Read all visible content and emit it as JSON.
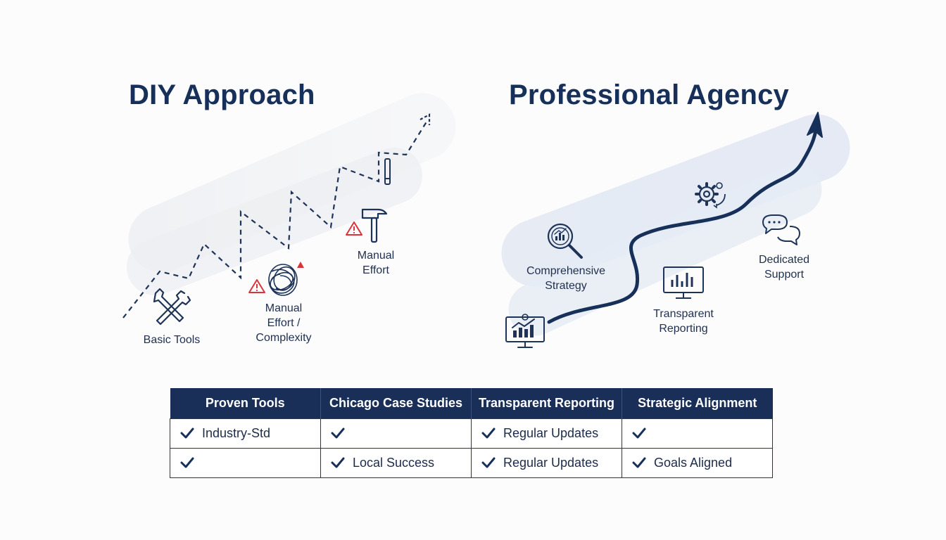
{
  "diy": {
    "title": "DIY Approach",
    "labels": {
      "basic_tools": "Basic Tools",
      "manual_complexity": "Manual\nEffort /\nComplexity",
      "manual_effort": "Manual\nEffort"
    }
  },
  "agency": {
    "title": "Professional Agency",
    "labels": {
      "strategy": "Comprehensive\nStrategy",
      "reporting": "Transparent\nReporting",
      "support": "Dedicated\nSupport"
    }
  },
  "table": {
    "headers": [
      "Proven Tools",
      "Chicago Case Studies",
      "Transparent Reporting",
      "Strategic Alignment"
    ],
    "rows": [
      [
        {
          "check": true,
          "text": "Industry-Std"
        },
        {
          "check": true,
          "text": ""
        },
        {
          "check": true,
          "text": "Regular Updates"
        },
        {
          "check": true,
          "text": ""
        }
      ],
      [
        {
          "check": true,
          "text": ""
        },
        {
          "check": true,
          "text": "Local Success"
        },
        {
          "check": true,
          "text": "Regular Updates"
        },
        {
          "check": true,
          "text": "Goals Aligned"
        }
      ]
    ]
  },
  "colors": {
    "navy": "#17305a",
    "warning_red": "#d9343a",
    "light_band": "#e9eef7"
  },
  "icons": [
    "wrench-screwdriver-icon",
    "tangled-scribble-icon",
    "warning-icon",
    "hammer-icon",
    "pencil-icon",
    "magnifier-chart-icon",
    "monitor-chart-icon",
    "gear-icon",
    "chat-bubbles-icon",
    "upward-arrow-icon",
    "checkmark-icon"
  ]
}
